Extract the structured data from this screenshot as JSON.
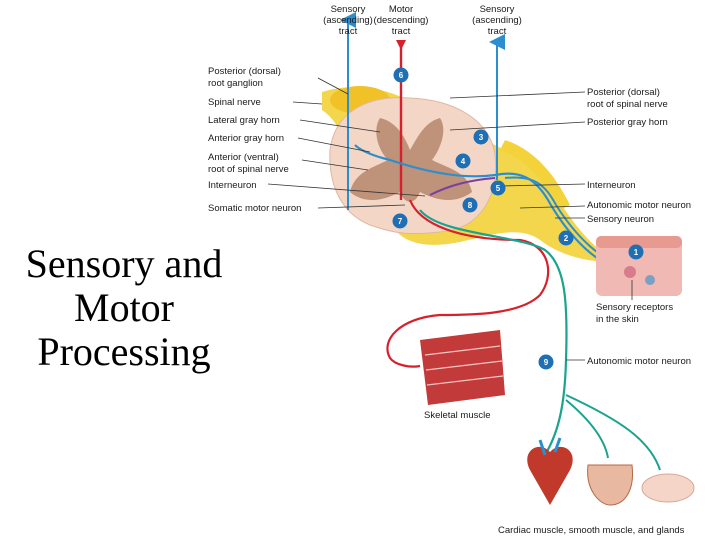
{
  "slide": {
    "title_lines": [
      "Sensory and",
      "Motor",
      "Processing"
    ]
  },
  "diagram": {
    "headers": {
      "sensory_left": [
        "Sensory",
        "(ascending)",
        "tract"
      ],
      "motor": [
        "Motor",
        "(descending)",
        "tract"
      ],
      "sensory_right": [
        "Sensory",
        "(ascending)",
        "tract"
      ]
    },
    "left_labels": {
      "posterior_root_ganglion": [
        "Posterior (dorsal)",
        "root ganglion"
      ],
      "spinal_nerve": "Spinal nerve",
      "lateral_gray_horn": "Lateral gray horn",
      "anterior_gray_horn": "Anterior gray horn",
      "anterior_root": [
        "Anterior (ventral)",
        "root of spinal nerve"
      ],
      "interneuron": "Interneuron",
      "somatic_motor_neuron": "Somatic motor neuron"
    },
    "right_labels": {
      "posterior_root": [
        "Posterior (dorsal)",
        "root of spinal nerve"
      ],
      "posterior_gray_horn": "Posterior gray horn",
      "interneuron": "Interneuron",
      "autonomic_motor_neuron_1": "Autonomic motor neuron",
      "sensory_neuron": "Sensory neuron",
      "sensory_receptors": [
        "Sensory receptors",
        "in the skin"
      ],
      "autonomic_motor_neuron_2": "Autonomic motor neuron"
    },
    "bottom_labels": {
      "skeletal_muscle": "Skeletal muscle",
      "effectors": "Cardiac muscle, smooth muscle, and glands"
    },
    "step_numbers": [
      "1",
      "2",
      "3",
      "4",
      "5",
      "6",
      "7",
      "8",
      "9"
    ],
    "colors": {
      "sensory": "#2b8fcf",
      "motor": "#d8202c",
      "autonomic": "#1aa38f",
      "interneuron": "#7a3fa0",
      "nerve": "#f3d23a",
      "gray_matter": "#b5866c",
      "white_matter": "#f3d6c6",
      "badge": "#1f6fb5"
    }
  }
}
